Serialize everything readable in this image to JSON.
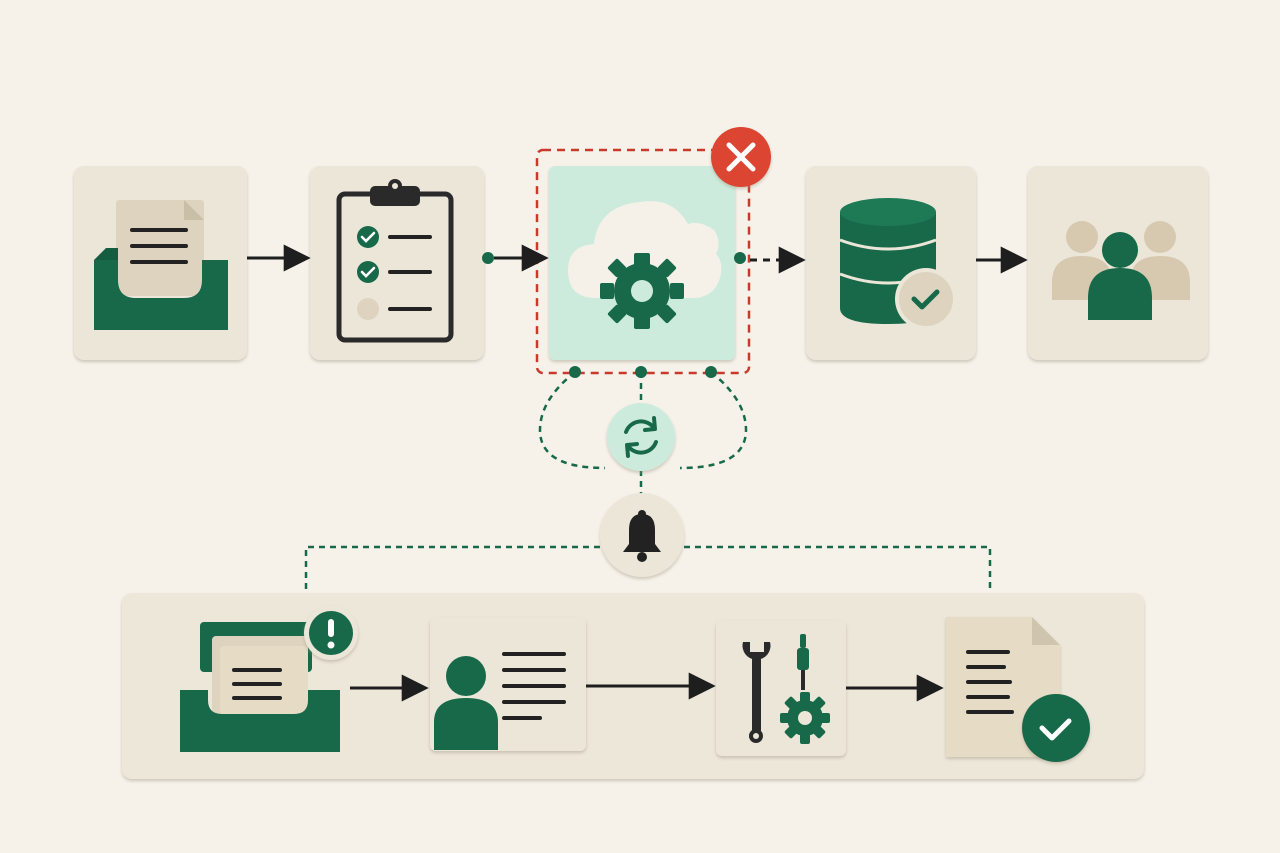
{
  "colors": {
    "background": "#f6f2ea",
    "card": "#ece6d8",
    "card_shadow": "#d8d0bf",
    "panel": "#ede7da",
    "brand_green": "#17694a",
    "mint": "#cdebdc",
    "paper": "#ddd3bf",
    "ink": "#222222",
    "error_red": "#dc4430",
    "error_dash": "#c93a2c",
    "connector": "#1e1e1e"
  },
  "main_flow": {
    "nodes": [
      {
        "name": "incoming-inbox-node",
        "icon": "inbox-document-icon"
      },
      {
        "name": "validation-checklist-node",
        "icon": "clipboard-checklist-icon"
      },
      {
        "name": "cloud-processing-node",
        "icon": "cloud-gear-icon",
        "state": "error"
      },
      {
        "name": "database-verified-node",
        "icon": "database-check-icon"
      },
      {
        "name": "users-delivery-node",
        "icon": "user-group-icon"
      }
    ],
    "error_badge_icon": "close-icon"
  },
  "recovery": {
    "retry_icon": "refresh-icon",
    "alert_icon": "bell-icon"
  },
  "exception_flow": {
    "nodes": [
      {
        "name": "flagged-inbox-node",
        "icon": "inbox-alert-icon"
      },
      {
        "name": "assigned-reviewer-node",
        "icon": "user-card-icon"
      },
      {
        "name": "manual-fix-node",
        "icon": "wrench-screwdriver-gear-icon"
      },
      {
        "name": "resolved-document-node",
        "icon": "document-check-icon"
      }
    ],
    "alert_badge_icon": "exclamation-icon"
  }
}
